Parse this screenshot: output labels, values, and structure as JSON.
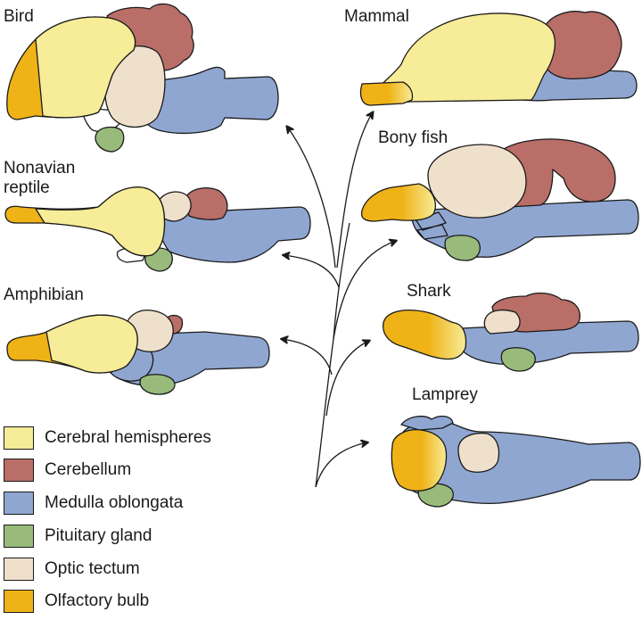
{
  "colors": {
    "cerebral": "#f7ec97",
    "cerebellum": "#b96e68",
    "medulla": "#8fa6d1",
    "pituitary": "#98bb7c",
    "optic": "#efe0cc",
    "olfactory": "#efb318",
    "outline": "#1a1a1a"
  },
  "labels": {
    "bird": "Bird",
    "mammal": "Mammal",
    "nonavian": "Nonavian\nreptile",
    "bony_fish": "Bony fish",
    "amphibian": "Amphibian",
    "shark": "Shark",
    "lamprey": "Lamprey"
  },
  "legend": [
    {
      "label": "Cerebral hemispheres",
      "color_key": "cerebral"
    },
    {
      "label": "Cerebellum",
      "color_key": "cerebellum"
    },
    {
      "label": "Medulla oblongata",
      "color_key": "medulla"
    },
    {
      "label": "Pituitary gland",
      "color_key": "pituitary"
    },
    {
      "label": "Optic tectum",
      "color_key": "optic"
    },
    {
      "label": "Olfactory bulb",
      "color_key": "olfactory"
    }
  ]
}
